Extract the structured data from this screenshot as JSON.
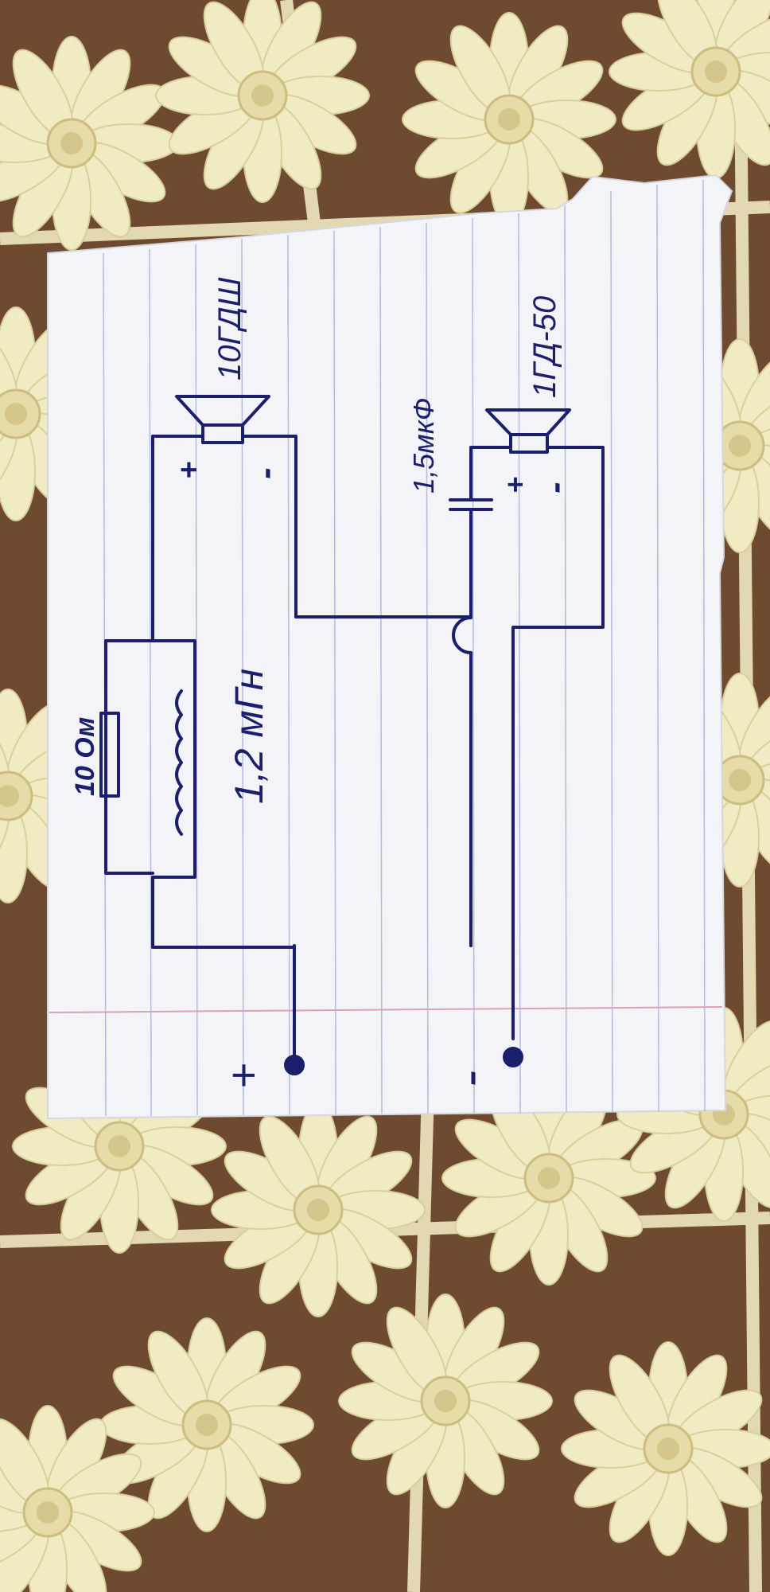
{
  "labels": {
    "resistor": "10 Ом",
    "inductor": "1,2 мГн",
    "tweeter": "10ГДШ",
    "capacitor": "1,5мкФ",
    "woofer": "1ГД-50",
    "tweeter_plus": "+",
    "tweeter_minus": "-",
    "woofer_plus": "+",
    "woofer_minus": "-",
    "input_plus": "+",
    "input_minus": "-"
  },
  "colors": {
    "ink": "#1c1f6b",
    "paper": "#f3f4f7",
    "paper_lines": "#9fa6d6",
    "margin_line": "#d9a3b3",
    "tablecloth": "#f2ecc7",
    "table_wood": "#6e4a30"
  }
}
